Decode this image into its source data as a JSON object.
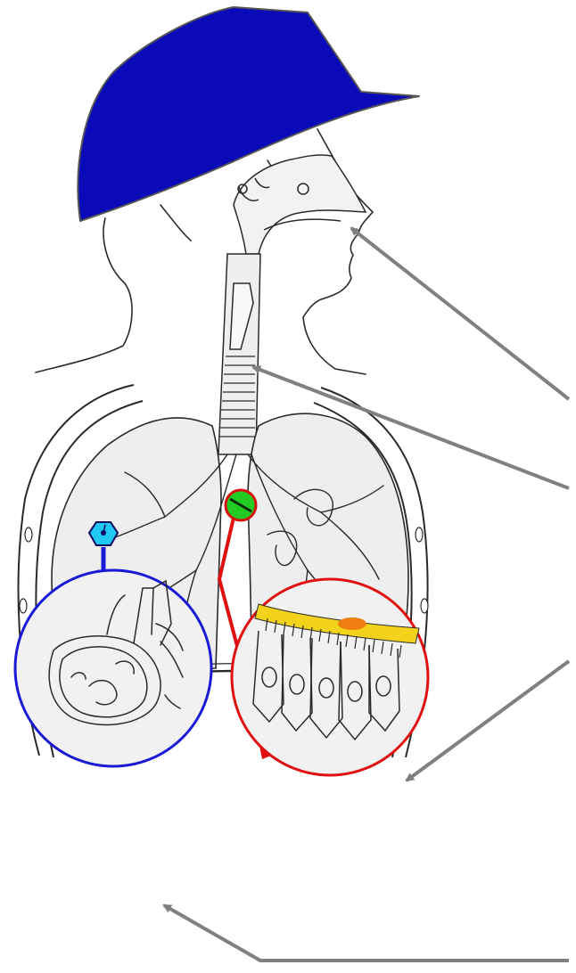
{
  "diagram": {
    "type": "respiratory-system-illustration",
    "labels_visible": false,
    "colors": {
      "cap": "#0a0ab8",
      "cap_outline": "#555555",
      "sketch": "#2a2a2a",
      "lung_fill": "#eeeeee",
      "alveoli_callout": "#1a1ad6",
      "cilia_callout": "#e01010",
      "alveoli_marker": "#1ec8f0",
      "cilia_marker": "#22cc22",
      "pointer_arrow": "#808080",
      "cilia_mucus": "#f2d21b",
      "cilia_mucus_accent": "#f07d10"
    },
    "structures": [
      {
        "name": "nasal-cavity",
        "icon": "nose-sketch"
      },
      {
        "name": "trachea",
        "icon": "ringed-tube"
      },
      {
        "name": "lungs",
        "icon": "lung-pair"
      },
      {
        "name": "alveoli-closeup",
        "icon": "magnifier-circle"
      },
      {
        "name": "cilia-closeup",
        "icon": "magnifier-circle"
      }
    ]
  }
}
